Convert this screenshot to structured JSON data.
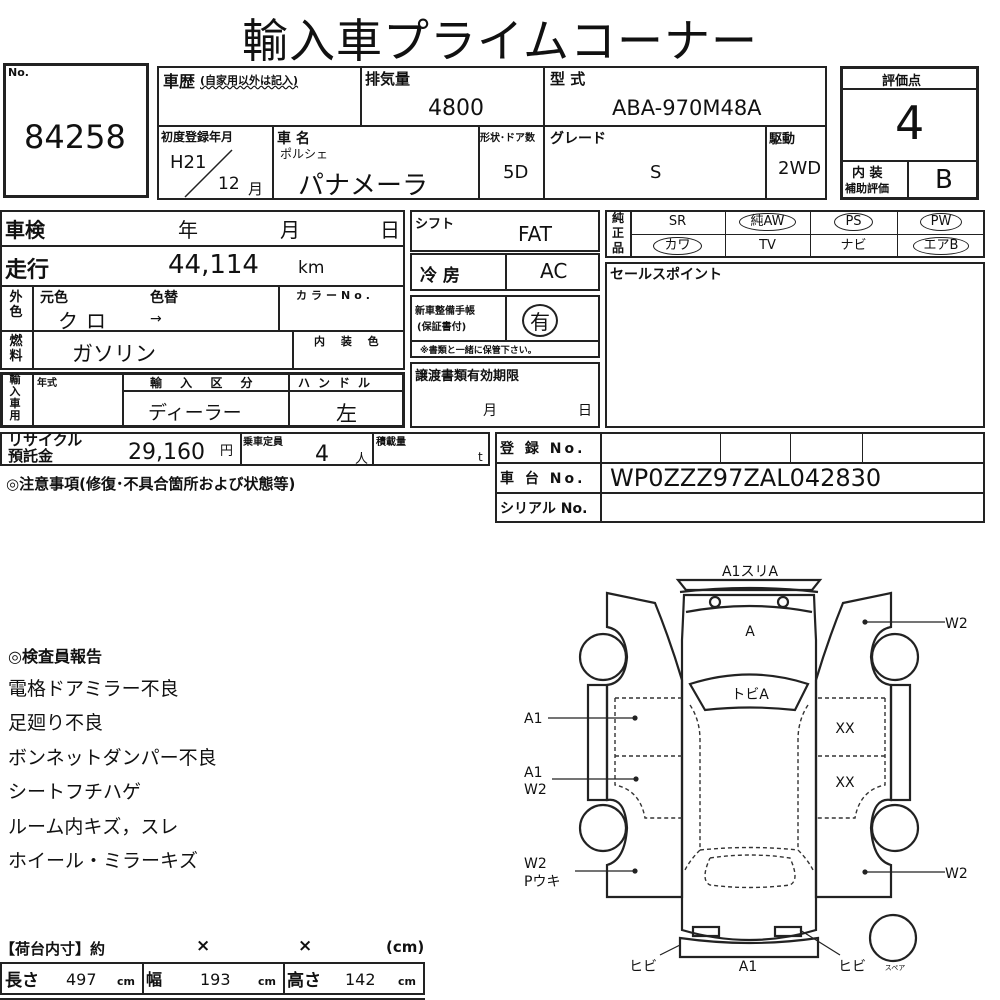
{
  "title": "輸入車プライムコーナー",
  "lot": {
    "label": "No.",
    "value": "84258"
  },
  "history": {
    "label": "車歴",
    "note": "(自家用以外は記入)"
  },
  "displacement": {
    "label": "排気量",
    "value": "4800"
  },
  "model_code": {
    "label": "型 式",
    "value": "ABA-970M48A"
  },
  "first_reg": {
    "label": "初度登録年月",
    "year": "H21",
    "month": "12",
    "month_unit": "月"
  },
  "car_name": {
    "label": "車 名",
    "maker": "ポルシェ",
    "value": "パナメーラ"
  },
  "body": {
    "label": "形状･ドア数",
    "value": "5D"
  },
  "grade": {
    "label": "グレード",
    "value": "S"
  },
  "drive": {
    "label": "駆動",
    "value": "2WD"
  },
  "score": {
    "label": "評価点",
    "value": "4",
    "interior_label_1": "内 装",
    "interior_label_2": "補助評価",
    "interior_value": "B"
  },
  "inspection": {
    "label": "車検",
    "year": "年",
    "month": "月",
    "day": "日"
  },
  "mileage": {
    "label": "走行",
    "value": "44,114",
    "unit": "km"
  },
  "exterior": {
    "label": "外色",
    "orig_label": "元色",
    "orig_value": "クロ",
    "change_label": "色替",
    "change_value": "→",
    "color_no_label": "カラーNo."
  },
  "fuel": {
    "label": "燃料",
    "value": "ガソリン",
    "interior_color_label": "内 装 色"
  },
  "import": {
    "label": "輸入車用",
    "year_label": "年式",
    "class_label": "輸 入 区 分",
    "class_value": "ディーラー",
    "handle_label": "ハンドル",
    "handle_value": "左"
  },
  "shift": {
    "label": "シフト",
    "value": "FAT"
  },
  "ac": {
    "label": "冷 房",
    "value": "AC"
  },
  "record_book": {
    "label_1": "新車整備手帳",
    "label_2": "(保証書付)",
    "value": "有",
    "note": "※書類と一緒に保管下さい。"
  },
  "transfer": {
    "label": "譲渡書類有効期限",
    "month": "月",
    "day": "日"
  },
  "genuine": {
    "label": "純正品",
    "items": [
      {
        "text": "SR",
        "circled": false
      },
      {
        "text": "純AW",
        "circled": true
      },
      {
        "text": "PS",
        "circled": true
      },
      {
        "text": "PW",
        "circled": true
      },
      {
        "text": "カワ",
        "circled": true
      },
      {
        "text": "TV",
        "circled": false
      },
      {
        "text": "ナビ",
        "circled": false
      },
      {
        "text": "エアB",
        "circled": true
      }
    ]
  },
  "sales_point": {
    "label": "セールスポイント"
  },
  "recycle": {
    "label_1": "リサイクル",
    "label_2": "預託金",
    "value": "29,160",
    "unit": "円"
  },
  "capacity": {
    "label": "乗車定員",
    "value": "4",
    "unit": "人"
  },
  "load": {
    "label": "積載量",
    "unit": "t"
  },
  "registration": {
    "reg_label": "登 録 No.",
    "chassis_label": "車 台 No.",
    "chassis_value": "WP0ZZZ97ZAL042830",
    "serial_label": "シリアル No."
  },
  "notes_heading": "◎注意事項(修復･不具合箇所および状態等)",
  "inspector": {
    "heading": "◎検査員報告",
    "items": [
      "電格ドアミラー不良",
      "足廻り不良",
      "ボンネットダンパー不良",
      "シートフチハゲ",
      "ルーム内キズ，スレ",
      "ホイール・ミラーキズ"
    ]
  },
  "cargo": {
    "heading": "【荷台内寸】約",
    "x1": "×",
    "x2": "×",
    "unit_paren": "(cm)",
    "length_label": "長さ",
    "length": "497",
    "width_label": "幅",
    "width": "193",
    "height_label": "高さ",
    "height": "142",
    "unit": "cm"
  },
  "diagram": {
    "front_bumper": "A1スリA",
    "hood": "A",
    "windshield": "トビA",
    "left_front_door": "A1",
    "left_rear_door_1": "A1",
    "left_rear_door_2": "W2",
    "left_rear_fender_1": "W2",
    "left_rear_fender_2": "Pウキ",
    "right_front_fender": "W2",
    "right_rear_fender": "W2",
    "right_front_door": "XX",
    "right_rear_door": "XX",
    "left_tail": "ヒビ",
    "right_tail": "ヒビ",
    "rear_bumper": "A1",
    "spare": "スペア"
  }
}
